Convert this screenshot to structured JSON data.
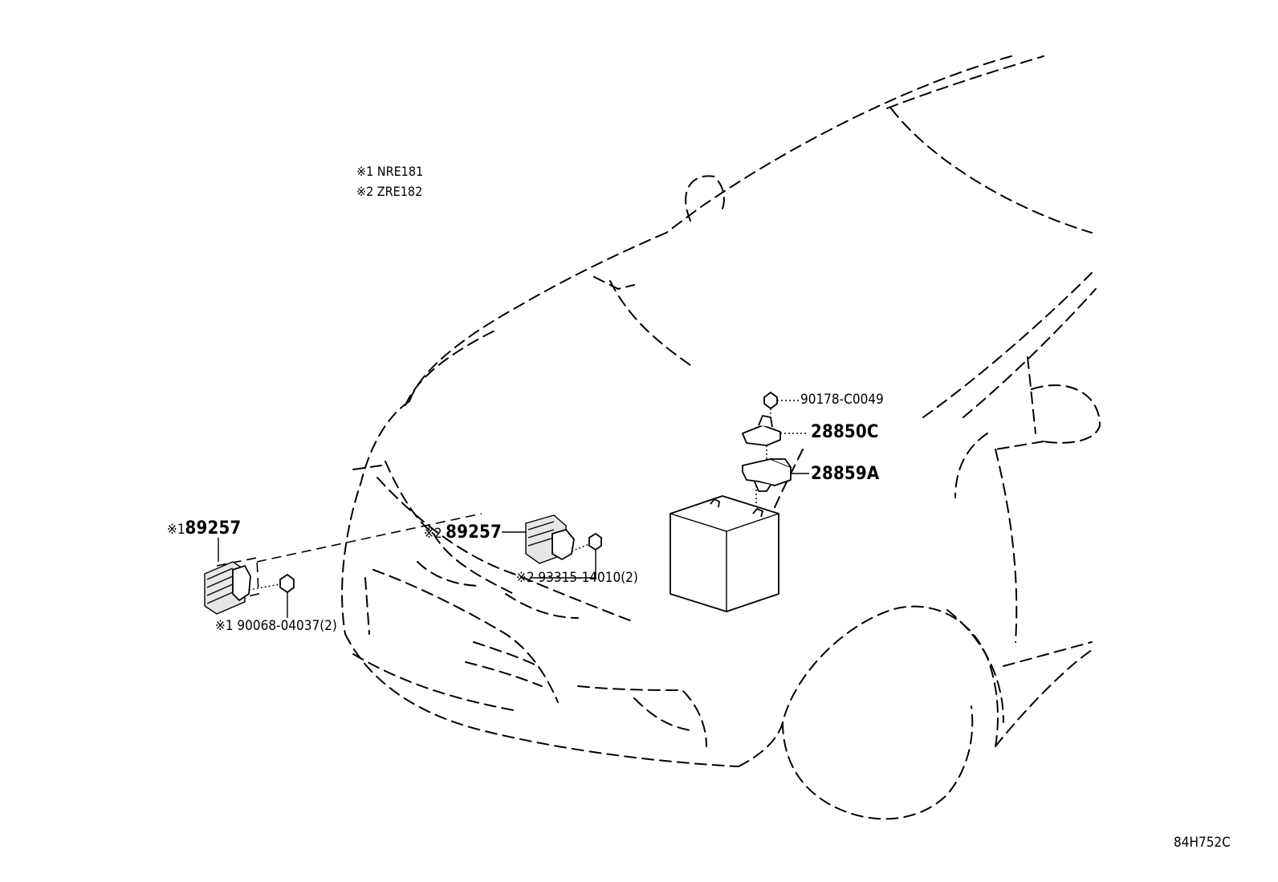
{
  "notes": [
    {
      "mark": "※1",
      "text": "NRE181"
    },
    {
      "mark": "※2",
      "text": "ZRE182"
    }
  ],
  "parts": {
    "nut_top": {
      "number": "90178-C0049"
    },
    "bracket_upper": {
      "number": "28850C"
    },
    "bracket_lower": {
      "number": "28859A"
    },
    "sensor_variant1": {
      "mark": "※1",
      "number": "89257"
    },
    "sensor_variant2": {
      "mark": "※2",
      "number": "89257"
    },
    "screw_variant2": {
      "mark": "※2",
      "number": "93315-14010(2)"
    },
    "bolt_variant1": {
      "mark": "※1",
      "number": "90068-04037(2)"
    }
  },
  "diagram_code": "84H752C"
}
